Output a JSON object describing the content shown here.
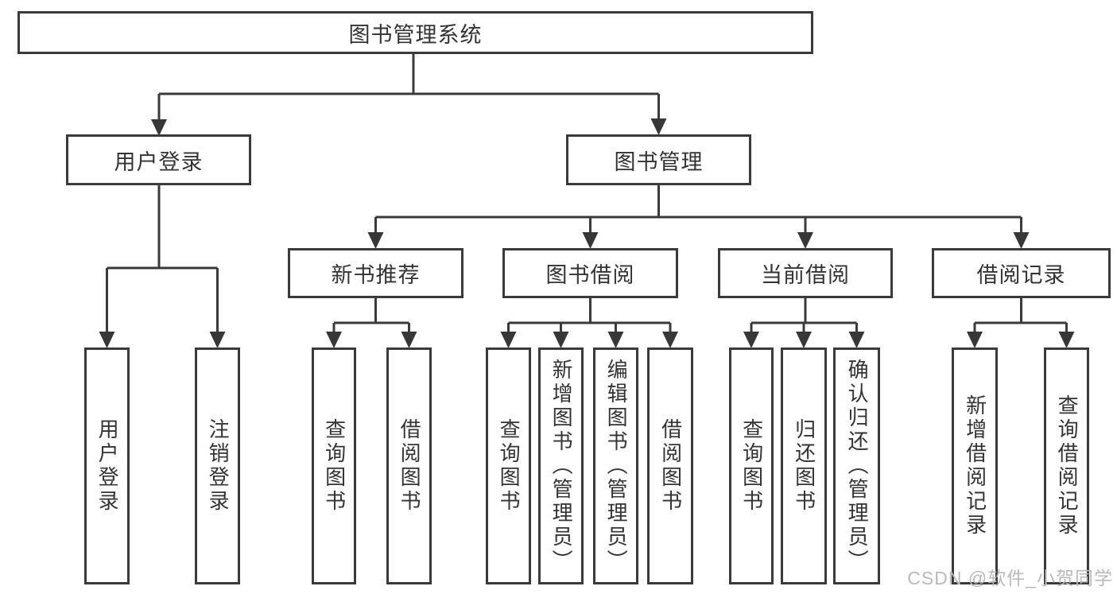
{
  "colors": {
    "border": "#3a3a3a",
    "line": "#3a3a3a",
    "arrow": "#373737",
    "text": "#333333",
    "watermark": "#b9b9b9",
    "background": "#ffffff"
  },
  "tree": {
    "root": {
      "label": "图书管理系统"
    },
    "branches": [
      {
        "label": "用户登录",
        "leaves": [
          {
            "label": "用户登录"
          },
          {
            "label": "注销登录"
          }
        ]
      },
      {
        "label": "图书管理",
        "groups": [
          {
            "label": "新书推荐",
            "leaves": [
              {
                "label": "查询图书"
              },
              {
                "label": "借阅图书"
              }
            ]
          },
          {
            "label": "图书借阅",
            "leaves": [
              {
                "label": "查询图书"
              },
              {
                "label": "新增图书（管理员）"
              },
              {
                "label": "编辑图书（管理员）"
              },
              {
                "label": "借阅图书"
              }
            ]
          },
          {
            "label": "当前借阅",
            "leaves": [
              {
                "label": "查询图书"
              },
              {
                "label": "归还图书"
              },
              {
                "label": "确认归还（管理员）"
              }
            ]
          },
          {
            "label": "借阅记录",
            "leaves": [
              {
                "label": "新增借阅记录"
              },
              {
                "label": "查询借阅记录"
              }
            ]
          }
        ]
      }
    ]
  },
  "watermark": {
    "label": "CSDN @软件_小贺同学"
  }
}
